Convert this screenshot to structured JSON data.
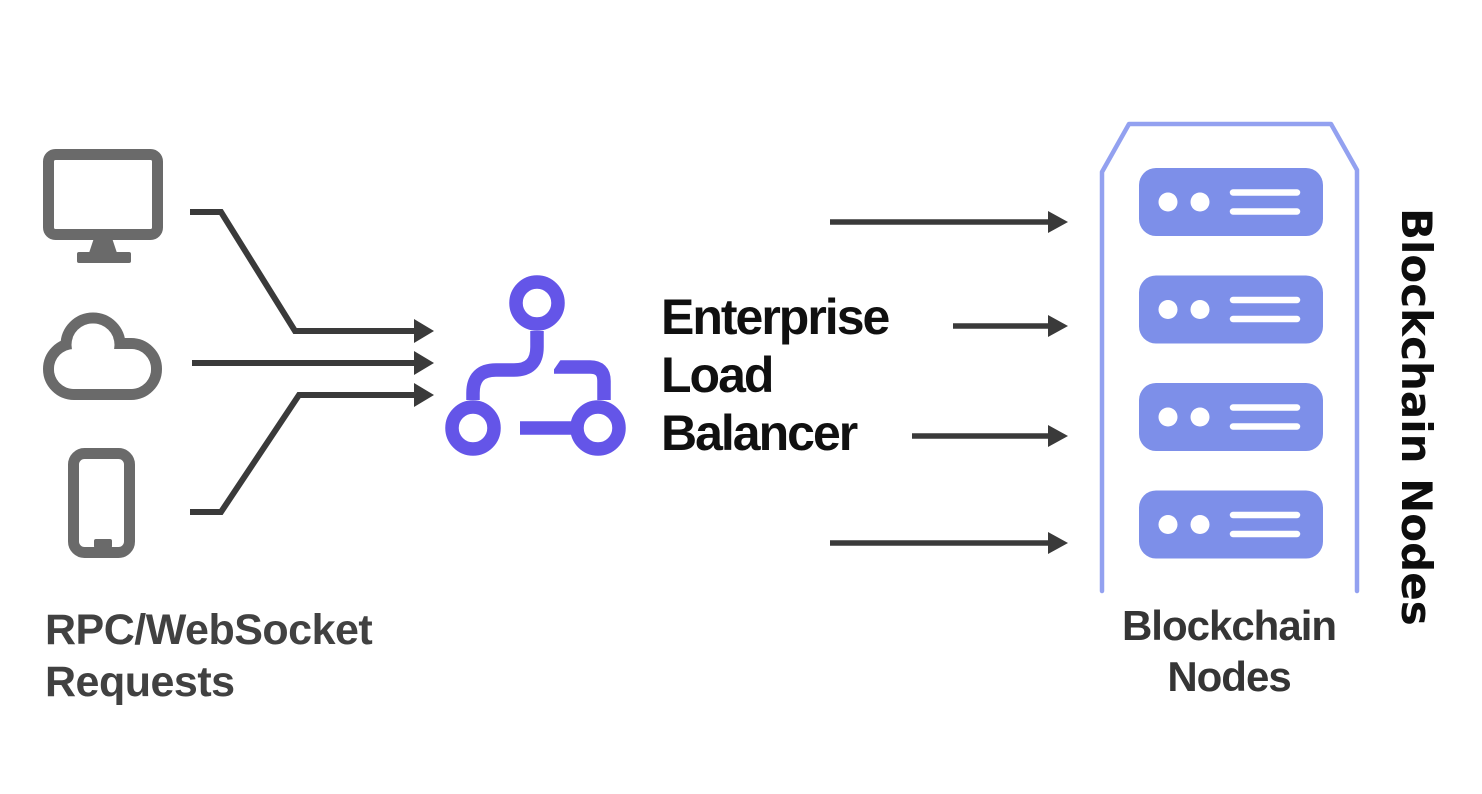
{
  "title": "Enterprise Load Balancer blockchain architecture diagram",
  "colors": {
    "background": "#ffffff",
    "device_gray": "#6a6a6a",
    "arrow_dark": "#3a3a3a",
    "balancer_purple": "#6455e8",
    "node_fill": "#7d8fe9",
    "container_stroke": "#93a1f0",
    "heading_black": "#101010",
    "requests_label_gray": "#414141",
    "nodes_caption_gray": "#353535"
  },
  "sources": {
    "caption": "RPC/WebSocket\nRequests",
    "icons": [
      "desktop-monitor-icon",
      "cloud-icon",
      "smartphone-icon"
    ],
    "arrows_into_balancer": 3
  },
  "balancer": {
    "icon": "load-balancer-network-icon",
    "label": "Enterprise\nLoad\nBalancer",
    "arrows_into_nodes": 4
  },
  "nodes": {
    "icon": "server-node-icon",
    "count": 4,
    "caption": "Blockchain\nNodes",
    "side_label": "Blockchain Nodes"
  }
}
